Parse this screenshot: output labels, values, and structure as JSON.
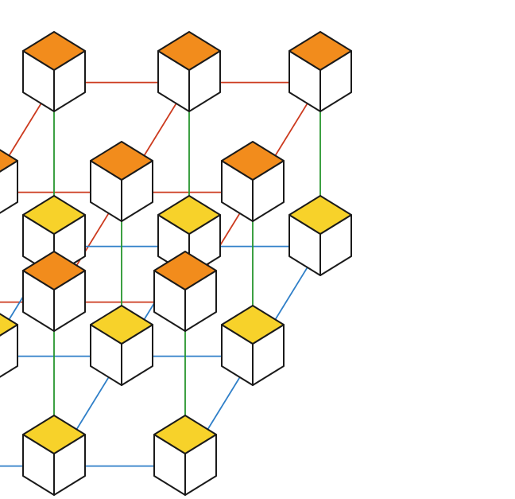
{
  "diagram": {
    "kind": "3d-cube-lattice",
    "grid": {
      "columns": 3,
      "rows": 3,
      "layers": 2
    },
    "colors": {
      "upper_layer_cube_top": "#f28c1c",
      "lower_layer_cube_top": "#f7d22a",
      "cube_side": "#ffffff",
      "cube_outline": "#1a1a1a",
      "upper_layer_bond": "#cc3a1e",
      "lower_layer_bond": "#2f7fc8",
      "vertical_bond": "#27962e"
    }
  }
}
